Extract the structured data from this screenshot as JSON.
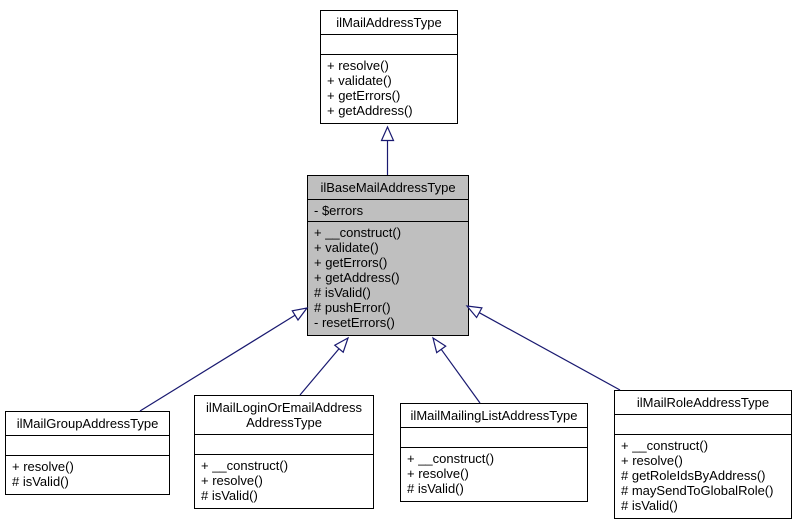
{
  "diagram": {
    "kind": "uml-class-inheritance",
    "arrow_color": "#191970",
    "highlight_fill": "#bfbfbf",
    "classes": {
      "top": {
        "name": "ilMailAddressType",
        "attributes": [],
        "methods": [
          "+ resolve()",
          "+ validate()",
          "+ getErrors()",
          "+ getAddress()"
        ]
      },
      "base": {
        "name": "ilBaseMailAddressType",
        "attributes": [
          "- $errors"
        ],
        "methods": [
          "+ __construct()",
          "+ validate()",
          "+ getErrors()",
          "+ getAddress()",
          "# isValid()",
          "# pushError()",
          "- resetErrors()"
        ]
      },
      "group": {
        "name": "ilMailGroupAddressType",
        "attributes": [],
        "methods": [
          "+ resolve()",
          "# isValid()"
        ]
      },
      "login": {
        "name": "ilMailLoginOrEmailAddress AddressType",
        "attributes": [],
        "methods": [
          "+ __construct()",
          "+ resolve()",
          "# isValid()"
        ]
      },
      "mlist": {
        "name": "ilMailMailingListAddressType",
        "attributes": [],
        "methods": [
          "+ __construct()",
          "+ resolve()",
          "# isValid()"
        ]
      },
      "role": {
        "name": "ilMailRoleAddressType",
        "attributes": [],
        "methods": [
          "+ __construct()",
          "+ resolve()",
          "# getRoleIdsByAddress()",
          "# maySendToGlobalRole()",
          "# isValid()"
        ]
      }
    },
    "relations": [
      {
        "from": "ilBaseMailAddressType",
        "to": "ilMailAddressType",
        "type": "inheritance"
      },
      {
        "from": "ilMailGroupAddressType",
        "to": "ilBaseMailAddressType",
        "type": "inheritance"
      },
      {
        "from": "ilMailLoginOrEmailAddress AddressType",
        "to": "ilBaseMailAddressType",
        "type": "inheritance"
      },
      {
        "from": "ilMailMailingListAddressType",
        "to": "ilBaseMailAddressType",
        "type": "inheritance"
      },
      {
        "from": "ilMailRoleAddressType",
        "to": "ilBaseMailAddressType",
        "type": "inheritance"
      }
    ]
  }
}
